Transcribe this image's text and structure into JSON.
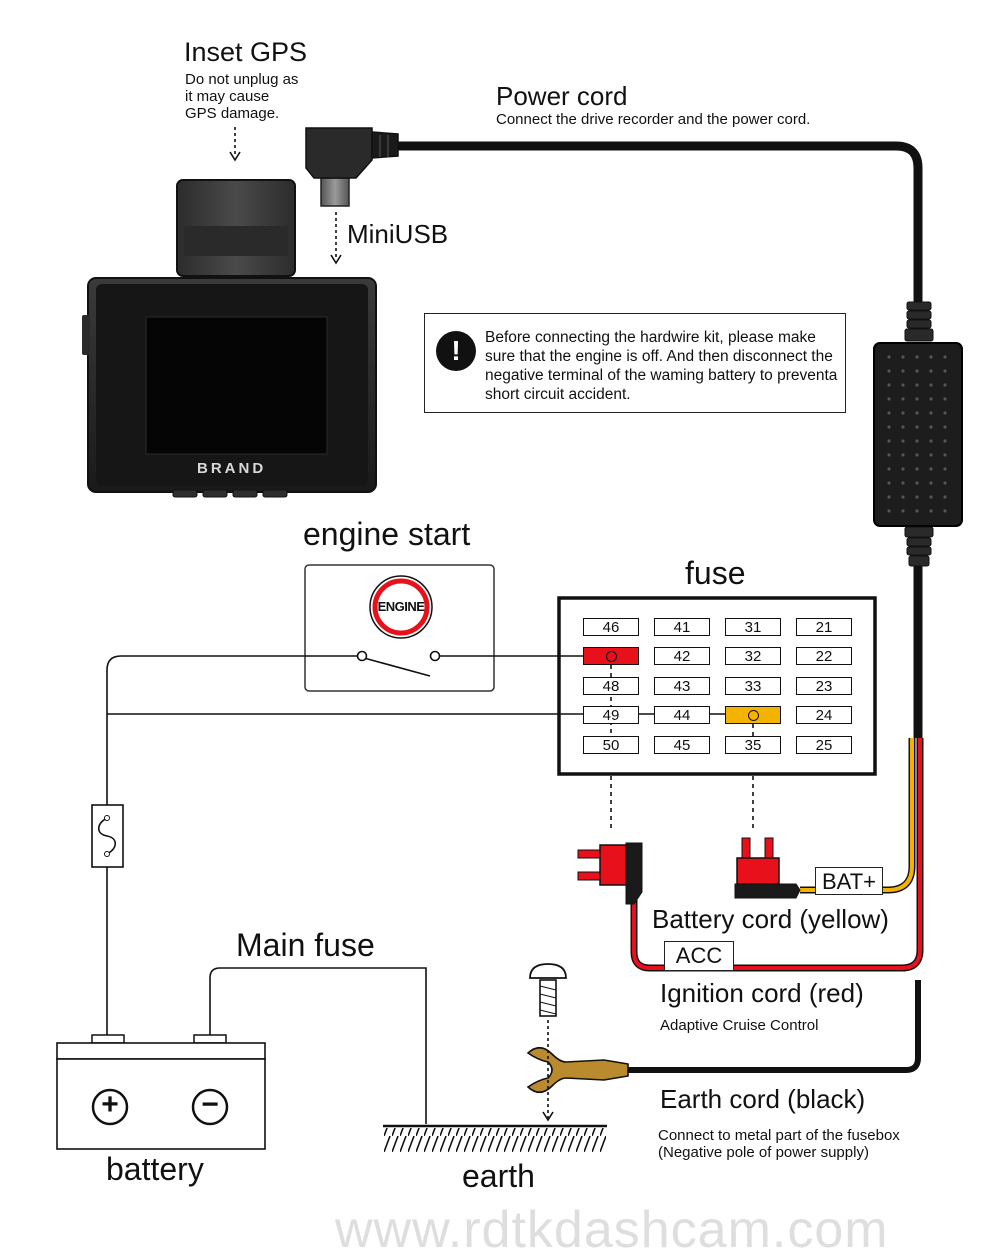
{
  "gps": {
    "title": "Inset GPS",
    "note_lines": [
      "Do not unplug as",
      "it may cause",
      "GPS damage."
    ]
  },
  "power_cord": {
    "title": "Power cord",
    "subtitle": "Connect the drive recorder and the power cord."
  },
  "miniusb_label": "MiniUSB",
  "dashcam": {
    "brand": "BRAND"
  },
  "warning": {
    "icon_glyph": "!",
    "text": "Before connecting the hardwire kit, please make sure that the engine is off. And then disconnect the negative terminal of the waming battery to preventa short circuit accident."
  },
  "engine_start": {
    "title": "engine start",
    "button_text": "ENGINE"
  },
  "fuse": {
    "title": "fuse",
    "rows": [
      [
        "46",
        "41",
        "31",
        "21"
      ],
      [
        "",
        "42",
        "32",
        "22"
      ],
      [
        "48",
        "43",
        "33",
        "23"
      ],
      [
        "49",
        "44",
        "",
        "24"
      ],
      [
        "50",
        "45",
        "35",
        "25"
      ]
    ],
    "colors": {
      "red": "#e8101a",
      "amber": "#f4b301"
    }
  },
  "battery_cord": {
    "tag": "BAT+",
    "label": "Battery cord (yellow)"
  },
  "ignition_cord": {
    "tag": "ACC",
    "label": "Ignition cord (red)",
    "note": "Adaptive Cruise Control"
  },
  "earth_cord": {
    "label": "Earth cord (black)",
    "note_lines": [
      "Connect to metal part of the fusebox",
      "(Negative pole of power supply)"
    ]
  },
  "main_fuse_label": "Main fuse",
  "battery": {
    "label": "battery",
    "plus": "+",
    "minus": "−"
  },
  "earth_label": "earth",
  "watermark": "www.rdtkdashcam.com",
  "wire_colors": {
    "yellow": "#f4b301",
    "red": "#e8101a",
    "black": "#111111",
    "lug": "#b98a2e"
  }
}
